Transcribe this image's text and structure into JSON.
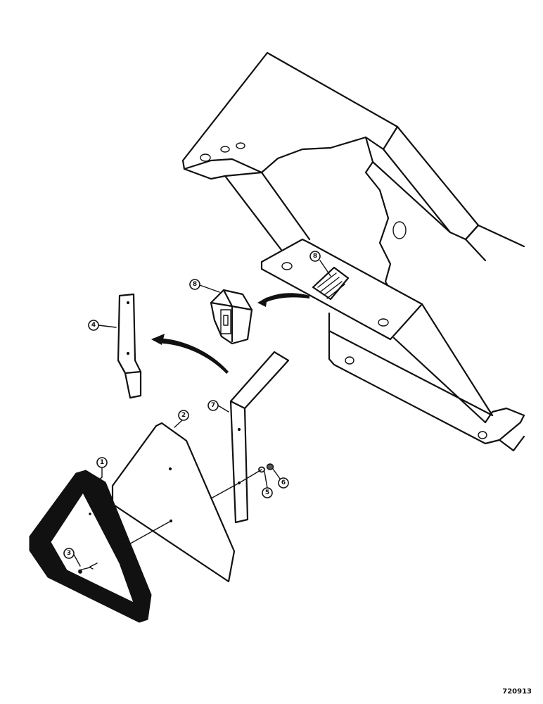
{
  "callouts": [
    {
      "id": "callout-1",
      "label": "1"
    },
    {
      "id": "callout-2",
      "label": "2"
    },
    {
      "id": "callout-3",
      "label": "3"
    },
    {
      "id": "callout-4",
      "label": "4"
    },
    {
      "id": "callout-5",
      "label": "5"
    },
    {
      "id": "callout-6",
      "label": "6"
    },
    {
      "id": "callout-7",
      "label": "7"
    },
    {
      "id": "callout-8a",
      "label": "8"
    },
    {
      "id": "callout-8b",
      "label": "8"
    }
  ],
  "figure_number": "720913"
}
